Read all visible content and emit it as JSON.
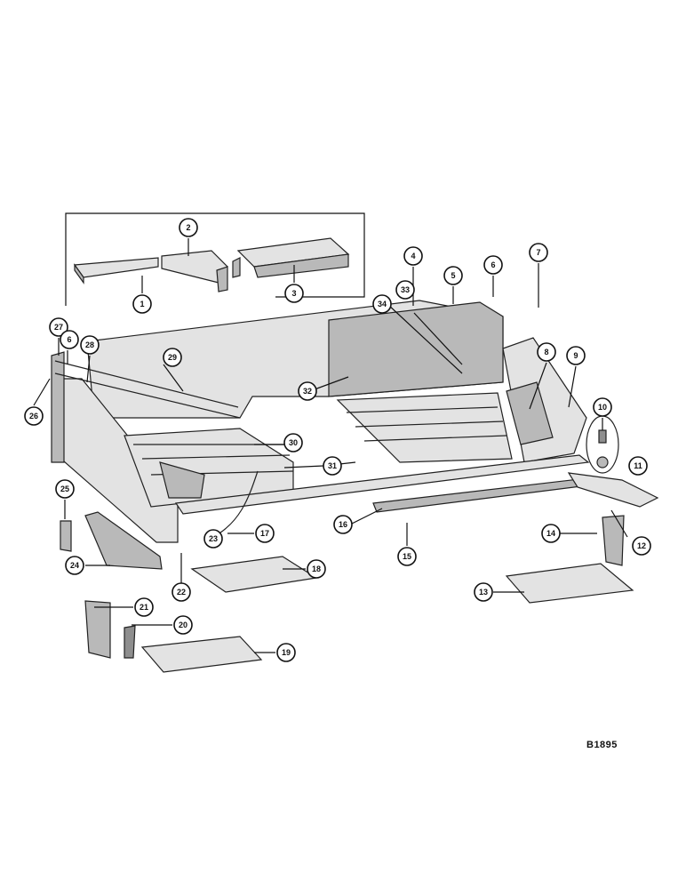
{
  "callouts": {
    "c1": "1",
    "c2": "2",
    "c3": "3",
    "c4": "4",
    "c5": "5",
    "c6a": "6",
    "c6b": "6",
    "c7": "7",
    "c8": "8",
    "c9": "9",
    "c10": "10",
    "c11": "11",
    "c12": "12",
    "c13": "13",
    "c14": "14",
    "c15": "15",
    "c16": "16",
    "c17": "17",
    "c18": "18",
    "c19": "19",
    "c20": "20",
    "c21": "21",
    "c22": "22",
    "c23": "23",
    "c24": "24",
    "c25": "25",
    "c26": "26",
    "c27": "27",
    "c28": "28",
    "c29": "29",
    "c30": "30",
    "c31": "31",
    "c32": "32",
    "c33": "33",
    "c34": "34"
  },
  "plate_code": "B1895"
}
